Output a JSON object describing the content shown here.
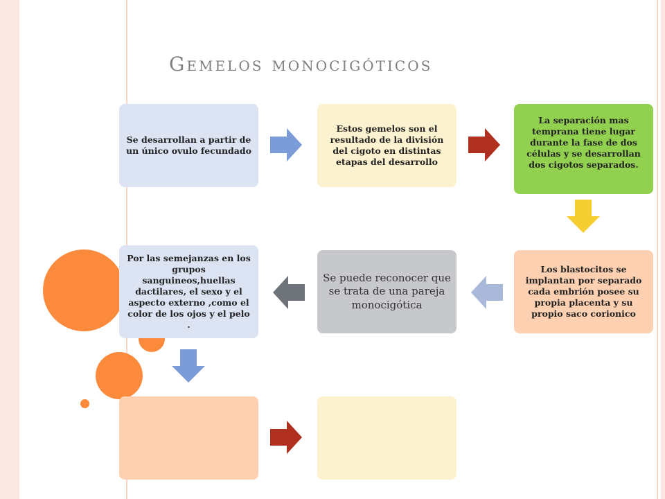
{
  "title": "Gemelos monocigóticos",
  "boxes": {
    "b1": "Se desarrollan a partir de un único ovulo fecundado",
    "b2": "Estos gemelos son el resultado de la división del cigoto  en distintas etapas del desarrollo",
    "b3": "La separación mas temprana tiene lugar durante la fase de dos células y se desarrollan dos cigotos separados.",
    "b4": "Los blastocitos se implantan por separado cada embrión  posee su propia placenta y su propio saco corionico",
    "b5": "Se puede reconocer que se trata de una pareja monocigótica",
    "b6": "Por las semejanzas en los grupos sanguineos,huellas dactilares, el sexo y el aspecto externo ,como el color de los ojos y el pelo .",
    "b7": "",
    "b8": ""
  },
  "colors": {
    "box_blue": "#dce3f2",
    "box_yellow": "#fdf2cf",
    "box_green": "#92d050",
    "box_peach": "#fcd0b0",
    "box_gray": "#c7c8cb",
    "arrow_blue": "#7b9cd7",
    "arrow_red": "#b03020",
    "arrow_yellow": "#f5ce32",
    "arrow_lavender": "#aab9d9",
    "arrow_gray": "#6f747b",
    "accent_orange": "#fb8a3c"
  },
  "icons": {
    "right": "arrow-right-icon",
    "down": "arrow-down-icon",
    "left": "arrow-left-icon"
  }
}
